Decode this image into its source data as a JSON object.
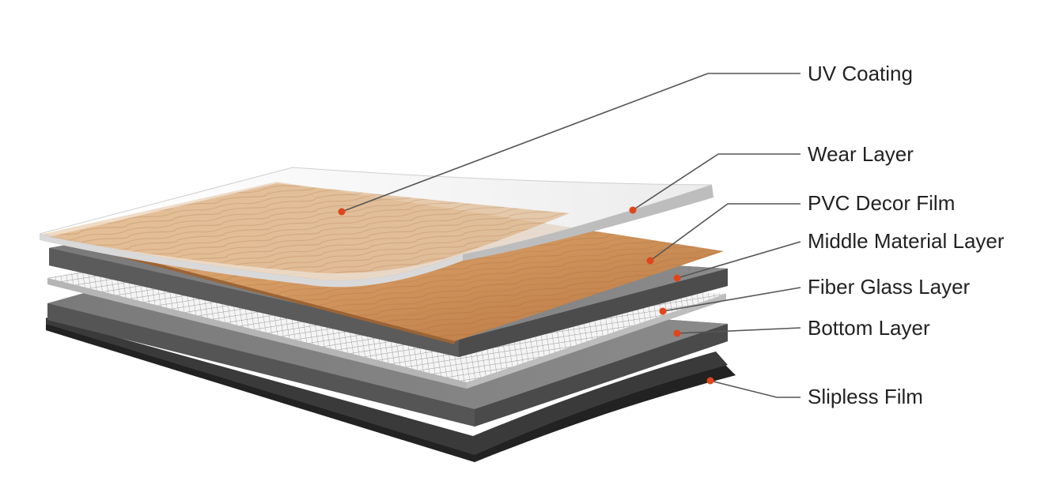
{
  "colors": {
    "leader_line": "#555555",
    "marker_dot": "#e0451c",
    "wood_light": "#dcb07c",
    "wood_dark": "#b27542",
    "gray_layer": "#6b6b6b",
    "gray_layer_side": "#5a5a5a",
    "slipless_film": "#2f2f2f",
    "fiber_mesh": "#f0f0f0"
  },
  "layers": [
    {
      "key": "uv_coating",
      "label": "UV Coating"
    },
    {
      "key": "wear_layer",
      "label": "Wear Layer"
    },
    {
      "key": "pvc_decor_film",
      "label": "PVC Decor Film"
    },
    {
      "key": "middle_material_layer",
      "label": "Middle Material Layer"
    },
    {
      "key": "fiber_glass_layer",
      "label": "Fiber Glass Layer"
    },
    {
      "key": "bottom_layer",
      "label": "Bottom Layer"
    },
    {
      "key": "slipless_film",
      "label": "Slipless Film"
    }
  ]
}
